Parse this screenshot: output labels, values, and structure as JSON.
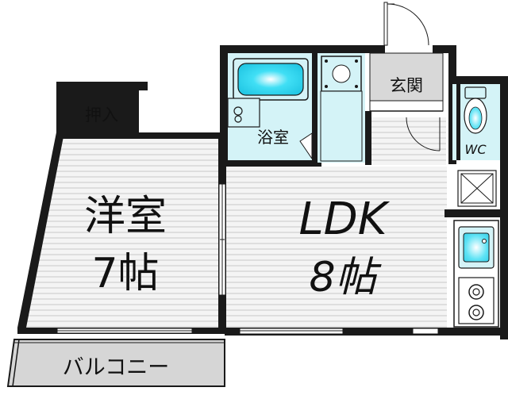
{
  "rooms": {
    "western_room": {
      "name": "洋室",
      "size": "7帖"
    },
    "ldk": {
      "name": "LDK",
      "size": "8帖"
    },
    "closet": {
      "name": "押入"
    },
    "bath": {
      "name": "浴室"
    },
    "entrance": {
      "name": "玄関"
    },
    "toilet": {
      "name": "WC"
    },
    "balcony": {
      "name": "バルコニー"
    }
  },
  "colors": {
    "wall": "#1a1a1a",
    "floor_stripe": "#d8d8d8",
    "wet_area": "#d4f3f7",
    "water": "#3fd6ee",
    "closet": "#fffbc8",
    "entrance": "#d9d9d9",
    "balcony": "#d9d9d9"
  }
}
